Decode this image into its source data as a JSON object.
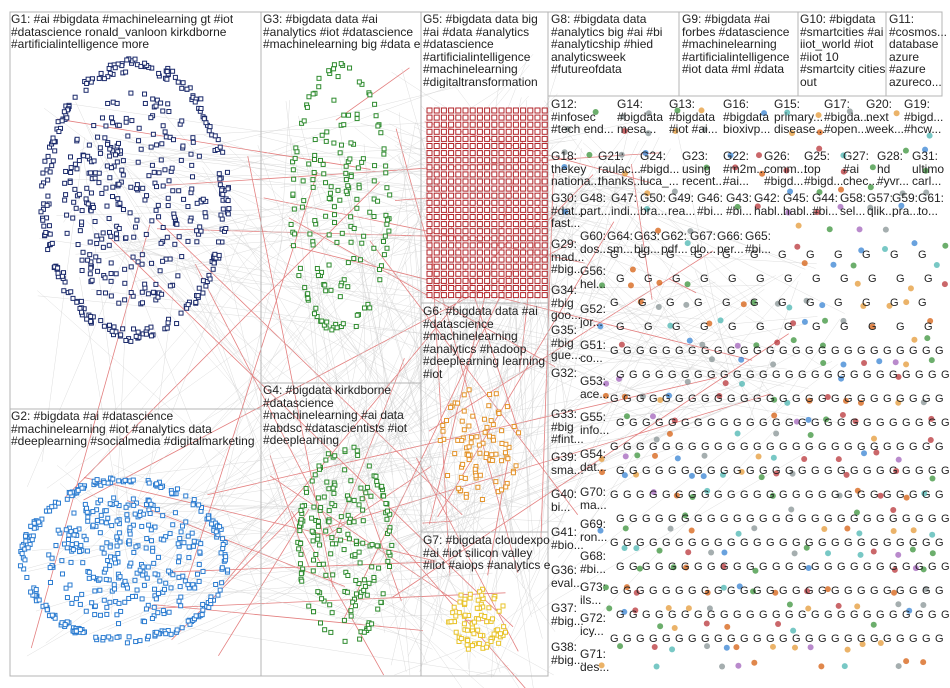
{
  "title": "",
  "groups": [
    {
      "id": "G1",
      "label": "G1: #ai #bigdata #machinelearning gt #iot\n#datascience ronald_vanloon kirkdborne\n#artificialintelligence more"
    },
    {
      "id": "G2",
      "label": "G2: #bigdata #ai #datascience\n#machinelearning #iot #analytics data\n#deeplearning #socialmedia #digitalmarketing"
    },
    {
      "id": "G3",
      "label": "G3: #bigdata data #ai\n#analytics #iot #datascience\n#machinelearning big #data e"
    },
    {
      "id": "G4",
      "label": "G4: #bigdata kirkdborne\n#datascience\n#machinelearning #ai data\n#abdsc #datascientists #iot\n#deeplearning"
    },
    {
      "id": "G5",
      "label": "G5: #bigdata data big\n#ai #data #analytics\n#datascience\n#artificialintelligence\n#machinelearning\n#digitaltransformation"
    },
    {
      "id": "G6",
      "label": "G6: #bigdata data #ai\n#datascience\n#machinelearning\n#analytics #hadoop\n#deeplearning learning\n#iot"
    },
    {
      "id": "G7",
      "label": "G7: #bigdata cloudexpo\n#ai #iot silicon valley\n#iiot #aiops #analytics e"
    },
    {
      "id": "G8",
      "label": "G8: #bigdata data\n#analytics big #ai #bi\n#analyticship #hied\nanalyticsweek\n#futureofdata"
    },
    {
      "id": "G9",
      "label": "G9: #bigdata #ai\nforbes #datascience\n#machinelearning\n#artificialintelligence\n#iot data #ml #data"
    },
    {
      "id": "G10",
      "label": "G10: #bigdata\n#smartcities #ai\niiot_world #iot\n#iiot 10\n#smartcity cities\nout"
    },
    {
      "id": "G11",
      "label": "G11:\n#cosmos...\ndatabase\nazure\n#azure\nazureco..."
    },
    {
      "id": "G12",
      "label": "G12:\n#infosec\n#tech end..."
    },
    {
      "id": "G14",
      "label": "G14:\n#bigdata\nmesa..."
    },
    {
      "id": "G13",
      "label": "G13:\n#bigdata\n#iot #ai..."
    },
    {
      "id": "G16",
      "label": "G16:\n#bigdata\nbioxivp..."
    },
    {
      "id": "G15",
      "label": "G15:\nprimary...\ndisease..."
    },
    {
      "id": "G17",
      "label": "G17:\n#bigda...\n#open..."
    },
    {
      "id": "G20",
      "label": "G20:\nnext\nweek..."
    },
    {
      "id": "G19",
      "label": "G19:\n#bigd...\n#hcw..."
    },
    {
      "id": "G18",
      "label": "G18:\nthekey\nnationa..."
    },
    {
      "id": "G21",
      "label": "G21:\nraulac...\nthanks..."
    },
    {
      "id": "G24",
      "label": "G24:\n#bigd...\nluca_..."
    },
    {
      "id": "G23",
      "label": "G23:\nusing\nrecent..."
    },
    {
      "id": "G22",
      "label": "G22:\n#m2m...\n#ai..."
    },
    {
      "id": "G26",
      "label": "G26:\ncomm...\n#bigd..."
    },
    {
      "id": "G25",
      "label": "G25:\ntop\n#bigd..."
    },
    {
      "id": "G27",
      "label": "G27:\n#ai\nchec..."
    },
    {
      "id": "G28",
      "label": "G28:\nhd\n#yvr..."
    },
    {
      "id": "G31",
      "label": "G31:\nultimo\ncarl..."
    },
    {
      "id": "G30",
      "label": "G30:\n#dat...\nfast..."
    },
    {
      "id": "G48",
      "label": "G48:\npart..."
    },
    {
      "id": "G47",
      "label": "G47:\nindi..."
    },
    {
      "id": "G50",
      "label": "G50:\nbra..."
    },
    {
      "id": "G49",
      "label": "G49:\nrea..."
    },
    {
      "id": "G46",
      "label": "G46:\n#bi..."
    },
    {
      "id": "G43",
      "label": "G43:\n#bi..."
    },
    {
      "id": "G42",
      "label": "G42:\nhabl..."
    },
    {
      "id": "G45",
      "label": "G45:\nhabl..."
    },
    {
      "id": "G44",
      "label": "G44:\n#bi..."
    },
    {
      "id": "G58",
      "label": "G58:\nsel..."
    },
    {
      "id": "G57",
      "label": "G57:\nqlik..."
    },
    {
      "id": "G59",
      "label": "G59:\npra..."
    },
    {
      "id": "G61",
      "label": "G61:\nto..."
    },
    {
      "id": "G29",
      "label": "G29:\nmad...\n#big..."
    },
    {
      "id": "G60",
      "label": "G60:\ndos..."
    },
    {
      "id": "G64",
      "label": "G64:\nsm..."
    },
    {
      "id": "G63",
      "label": "G63:\nbig..."
    },
    {
      "id": "G62",
      "label": "G62:\npdf..."
    },
    {
      "id": "G67",
      "label": "G67:\nglo..."
    },
    {
      "id": "G66",
      "label": "G66:\nper..."
    },
    {
      "id": "G65",
      "label": "G65:\n#bi..."
    },
    {
      "id": "G56",
      "label": "G56:\nhel..."
    },
    {
      "id": "G34",
      "label": "G34:\n#big\ngoo..."
    },
    {
      "id": "G52",
      "label": "G52:\njor..."
    },
    {
      "id": "G35",
      "label": "G35:\n#big\ngue..."
    },
    {
      "id": "G51",
      "label": "G51:\nco..."
    },
    {
      "id": "G32",
      "label": "G32:"
    },
    {
      "id": "G53",
      "label": "G53:\nace..."
    },
    {
      "id": "G33",
      "label": "G33:\n#big\n#fint..."
    },
    {
      "id": "G55",
      "label": "G55:\ninfo..."
    },
    {
      "id": "G39",
      "label": "G39:\nsma..."
    },
    {
      "id": "G54",
      "label": "G54:\ndat..."
    },
    {
      "id": "G40",
      "label": "G40:\nbi..."
    },
    {
      "id": "G70",
      "label": "G70:\nma..."
    },
    {
      "id": "G41",
      "label": "G41:\n#bio..."
    },
    {
      "id": "G69",
      "label": "G69:\nron..."
    },
    {
      "id": "G36",
      "label": "G36:\neval..."
    },
    {
      "id": "G68",
      "label": "G68:\n#bi..."
    },
    {
      "id": "G73",
      "label": "G73:\nils..."
    },
    {
      "id": "G37",
      "label": "G37:\n#big..."
    },
    {
      "id": "G72",
      "label": "G72:\nicy..."
    },
    {
      "id": "G38",
      "label": "G38:\n#big..."
    },
    {
      "id": "G71",
      "label": "G71:\ndes..."
    }
  ],
  "colors": {
    "background": "#ffffff",
    "panel_border": "#b4b4b4",
    "edge_gray": "#a0a0a0",
    "edge_red": "#c80000",
    "node_navy": "#1b2a6b",
    "node_green": "#2e8b2e",
    "node_blue": "#2a7bd0",
    "node_red": "#b3262b",
    "node_orange": "#e3932a",
    "node_yellow": "#e8c32a"
  }
}
